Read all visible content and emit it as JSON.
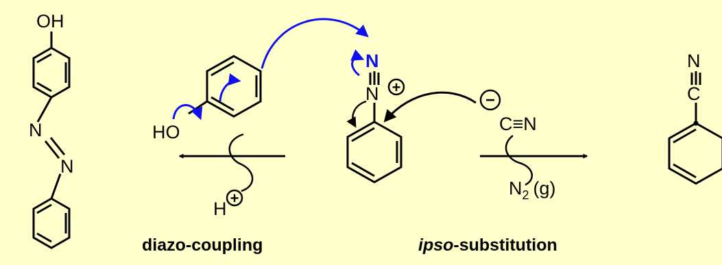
{
  "colors": {
    "background": "#FFFFCC",
    "ink": "#000000",
    "electron_arrow": "#1010EE"
  },
  "azo_dye": {
    "oh": "OH",
    "n_top": "N",
    "n_bottom": "N"
  },
  "phenol": {
    "ho": "HO"
  },
  "diazonium": {
    "n_terminal": "N",
    "n_central": "N",
    "charge": "+"
  },
  "cyanide": {
    "charge": "−",
    "formula": "C≡N"
  },
  "byproduct": {
    "proton": "H",
    "proton_charge": "+",
    "nitrogen": "N",
    "nitrogen_sub": "2",
    "nitrogen_state": "(g)"
  },
  "benzonitrile": {
    "n": "N",
    "c": "C"
  },
  "labels": {
    "left": "diazo-coupling",
    "right_prefix": "ipso",
    "right_suffix": "-substitution"
  }
}
